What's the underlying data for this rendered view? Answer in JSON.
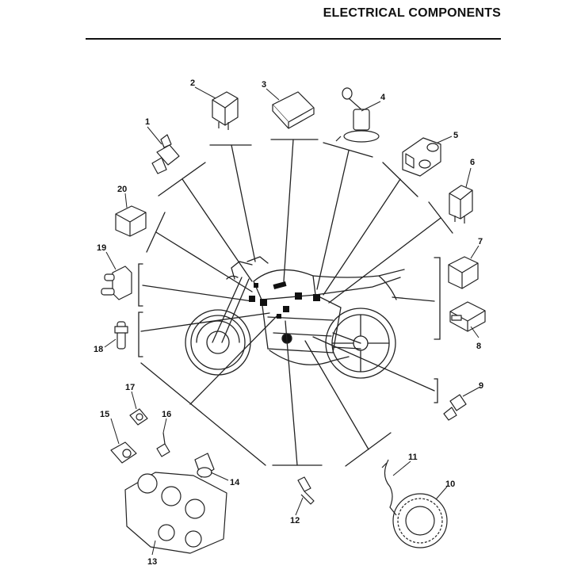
{
  "header": {
    "title": "ELECTRICAL COMPONENTS"
  },
  "callouts": [
    "1",
    "2",
    "3",
    "4",
    "5",
    "6",
    "7",
    "8",
    "9",
    "10",
    "11",
    "12",
    "13",
    "14",
    "15",
    "16",
    "17",
    "18",
    "19",
    "20"
  ],
  "colors": {
    "ink": "#111111",
    "line": "#222222",
    "paper": "#ffffff"
  },
  "components": [
    {
      "number": "1",
      "icon": "sensor-probe-icon"
    },
    {
      "number": "2",
      "icon": "relay-icon"
    },
    {
      "number": "3",
      "icon": "ecu-box-icon"
    },
    {
      "number": "4",
      "icon": "fuel-pump-icon"
    },
    {
      "number": "5",
      "icon": "switch-block-icon"
    },
    {
      "number": "6",
      "icon": "relay-icon"
    },
    {
      "number": "7",
      "icon": "relay-icon"
    },
    {
      "number": "8",
      "icon": "fuse-box-icon"
    },
    {
      "number": "9",
      "icon": "sensor-icon"
    },
    {
      "number": "10",
      "icon": "stator-coil-icon"
    },
    {
      "number": "11",
      "icon": "wire-lead-icon"
    },
    {
      "number": "12",
      "icon": "temperature-sensor-icon"
    },
    {
      "number": "13",
      "icon": "throttle-body-icon"
    },
    {
      "number": "14",
      "icon": "sensor-icon"
    },
    {
      "number": "15",
      "icon": "sensor-icon"
    },
    {
      "number": "16",
      "icon": "sensor-icon"
    },
    {
      "number": "17",
      "icon": "sensor-icon"
    },
    {
      "number": "18",
      "icon": "injector-icon"
    },
    {
      "number": "19",
      "icon": "valve-icon"
    },
    {
      "number": "20",
      "icon": "relay-icon"
    }
  ]
}
